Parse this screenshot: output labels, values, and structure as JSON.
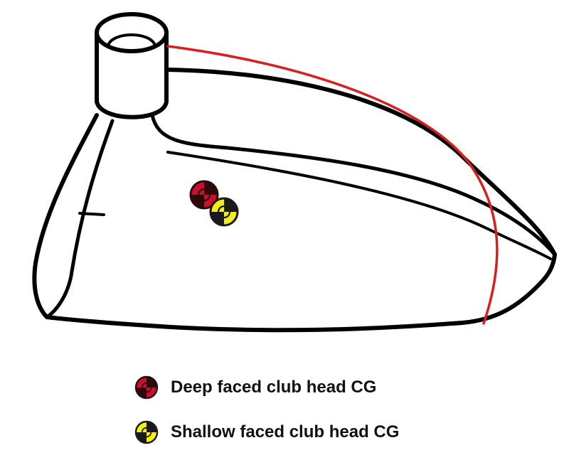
{
  "colors": {
    "outline": "#000000",
    "crown_curve": "#d81e1e",
    "deep_cg_primary": "#c8102e",
    "deep_cg_secondary": "#2a0a0a",
    "shallow_cg_primary": "#f2ee1a",
    "shallow_cg_secondary": "#1a1a1a"
  },
  "icons": {
    "deep_cg": "checkered-circle-red-black",
    "shallow_cg": "checkered-circle-yellow-black"
  },
  "legend": {
    "deep_label": "Deep faced club head CG",
    "shallow_label": "Shallow faced club head CG"
  }
}
